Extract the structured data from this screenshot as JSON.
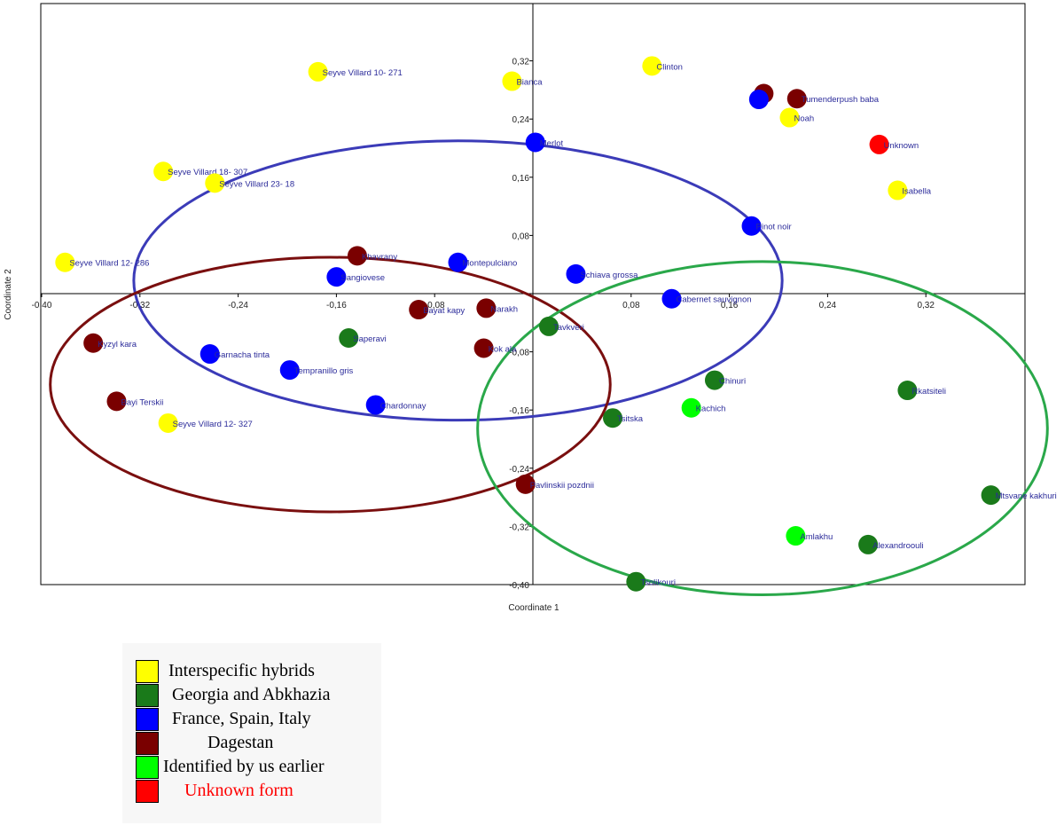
{
  "chart_data": {
    "type": "scatter",
    "xlabel": "Coordinate 1",
    "ylabel": "Coordinate 2",
    "xlim": [
      -0.4,
      0.42
    ],
    "ylim": [
      -0.4,
      0.4
    ],
    "x_ticks": [
      "-0,40",
      "-0,32",
      "-0,24",
      "-0,16",
      "-0,08",
      "0,08",
      "0,16",
      "0,24",
      "0,32"
    ],
    "x_tick_values": [
      -0.4,
      -0.32,
      -0.24,
      -0.16,
      -0.08,
      0.08,
      0.16,
      0.24,
      0.32
    ],
    "y_ticks": [
      "0,32",
      "0,24",
      "0,16",
      "0,08",
      "-0,08",
      "-0,16",
      "-0,24",
      "-0,32",
      "-0,40"
    ],
    "y_tick_values": [
      0.32,
      0.24,
      0.16,
      0.08,
      -0.08,
      -0.16,
      -0.24,
      -0.32,
      -0.4
    ],
    "grid": false,
    "group_colors": {
      "hybrid": "#ffff00",
      "georgia": "#1a7a1a",
      "france": "#0000ff",
      "dagestan": "#7a0000",
      "identified": "#00ff00",
      "unknown": "#ff0000"
    },
    "points": [
      {
        "label": "Seyve Villard 10- 271",
        "x": -0.175,
        "y": 0.305,
        "group": "hybrid"
      },
      {
        "label": "Bianca",
        "x": -0.017,
        "y": 0.292,
        "group": "hybrid"
      },
      {
        "label": "Clinton",
        "x": 0.097,
        "y": 0.313,
        "group": "hybrid"
      },
      {
        "label": "Noah",
        "x": 0.209,
        "y": 0.242,
        "group": "hybrid"
      },
      {
        "label": "Isabella",
        "x": 0.297,
        "y": 0.142,
        "group": "hybrid"
      },
      {
        "label": "Seyve Villard 18- 307",
        "x": -0.301,
        "y": 0.168,
        "group": "hybrid"
      },
      {
        "label": "Seyve Villard 23- 18",
        "x": -0.259,
        "y": 0.152,
        "group": "hybrid"
      },
      {
        "label": "Seyve Villard 12- 286",
        "x": -0.381,
        "y": 0.043,
        "group": "hybrid"
      },
      {
        "label": "Seyve Villard 12- 327",
        "x": -0.297,
        "y": -0.178,
        "group": "hybrid"
      },
      {
        "label": "",
        "x": 0.188,
        "y": 0.275,
        "group": "dagestan"
      },
      {
        "label": "Tumenderpush baba",
        "x": 0.215,
        "y": 0.268,
        "group": "dagestan"
      },
      {
        "label": "",
        "x": 0.184,
        "y": 0.267,
        "group": "france"
      },
      {
        "label": "Unknown",
        "x": 0.282,
        "y": 0.205,
        "group": "unknown"
      },
      {
        "label": "Merlot",
        "x": 0.002,
        "y": 0.208,
        "group": "france"
      },
      {
        "label": "Pinot noir",
        "x": 0.178,
        "y": 0.093,
        "group": "france"
      },
      {
        "label": "Montepulciano",
        "x": -0.061,
        "y": 0.043,
        "group": "france"
      },
      {
        "label": "Schiava grossa",
        "x": 0.035,
        "y": 0.027,
        "group": "france"
      },
      {
        "label": "Sangiovese",
        "x": -0.16,
        "y": 0.023,
        "group": "france"
      },
      {
        "label": "Cabernet sauvignon",
        "x": 0.113,
        "y": -0.007,
        "group": "france"
      },
      {
        "label": "Garnacha tinta",
        "x": -0.263,
        "y": -0.083,
        "group": "france"
      },
      {
        "label": "Tempranillo gris",
        "x": -0.198,
        "y": -0.105,
        "group": "france"
      },
      {
        "label": "Chardonnay",
        "x": -0.128,
        "y": -0.153,
        "group": "france"
      },
      {
        "label": "Khavrany",
        "x": -0.143,
        "y": 0.052,
        "group": "dagestan"
      },
      {
        "label": "Bayat kapy",
        "x": -0.093,
        "y": -0.022,
        "group": "dagestan"
      },
      {
        "label": "Narakh",
        "x": -0.038,
        "y": -0.02,
        "group": "dagestan"
      },
      {
        "label": "Kok ala",
        "x": -0.04,
        "y": -0.075,
        "group": "dagestan"
      },
      {
        "label": "Kyzyl kara",
        "x": -0.358,
        "y": -0.068,
        "group": "dagestan"
      },
      {
        "label": "Bayi Terskii",
        "x": -0.339,
        "y": -0.148,
        "group": "dagestan"
      },
      {
        "label": "Pavlinskii pozdnii",
        "x": -0.006,
        "y": -0.262,
        "group": "dagestan"
      },
      {
        "label": "Saperavi",
        "x": -0.15,
        "y": -0.061,
        "group": "georgia"
      },
      {
        "label": "Tavkveri",
        "x": 0.013,
        "y": -0.045,
        "group": "georgia"
      },
      {
        "label": "Chinuri",
        "x": 0.148,
        "y": -0.119,
        "group": "georgia"
      },
      {
        "label": "Tsitska",
        "x": 0.065,
        "y": -0.171,
        "group": "georgia"
      },
      {
        "label": "Rkatsiteli",
        "x": 0.305,
        "y": -0.133,
        "group": "georgia"
      },
      {
        "label": "Mtsvane kakhuri",
        "x": 0.373,
        "y": -0.277,
        "group": "georgia"
      },
      {
        "label": "Alexandroouli",
        "x": 0.273,
        "y": -0.345,
        "group": "georgia"
      },
      {
        "label": "Tsolikouri",
        "x": 0.084,
        "y": -0.396,
        "group": "georgia"
      },
      {
        "label": "Kachich",
        "x": 0.129,
        "y": -0.157,
        "group": "identified"
      },
      {
        "label": "Amlakhu",
        "x": 0.214,
        "y": -0.333,
        "group": "identified"
      }
    ],
    "ellipses": [
      {
        "group": "france",
        "color": "#3b3bb8",
        "cx": -0.061,
        "cy": 0.018,
        "rx": 0.264,
        "ry": 0.192
      },
      {
        "group": "dagestan",
        "color": "#7a0f0f",
        "cx": -0.165,
        "cy": -0.125,
        "rx": 0.228,
        "ry": 0.175
      },
      {
        "group": "georgia",
        "color": "#2aa84a",
        "cx": 0.187,
        "cy": -0.185,
        "rx": 0.232,
        "ry": 0.229
      }
    ]
  },
  "legend": [
    {
      "label": "Interspecific hybrids",
      "color": "#ffff00",
      "text_color": "#000000"
    },
    {
      "label": "Georgia and Abkhazia",
      "color": "#1a7a1a",
      "text_color": "#000000"
    },
    {
      "label": "France, Spain, Italy",
      "color": "#0000ff",
      "text_color": "#000000"
    },
    {
      "label": "Dagestan",
      "color": "#7a0000",
      "text_color": "#000000"
    },
    {
      "label": "Identified by us earlier",
      "color": "#00ff00",
      "text_color": "#000000"
    },
    {
      "label": "Unknown form",
      "color": "#ff0000",
      "text_color": "#ff0000"
    }
  ]
}
